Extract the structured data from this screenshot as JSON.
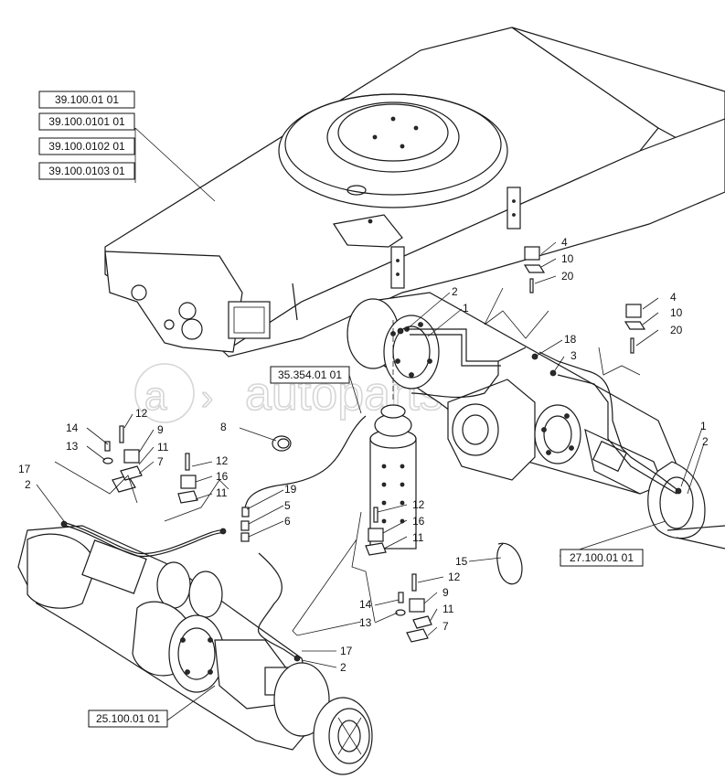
{
  "watermark": "autoparts.ru",
  "reference_boxes": {
    "frame": [
      "39.100.01 01",
      "39.100.0101 01",
      "39.100.0102 01",
      "39.100.0103 01"
    ],
    "swivel": "35.354.01 01",
    "rear_axle": "27.100.01 01",
    "front_axle": "25.100.01 01"
  },
  "callouts": {
    "c4a": "4",
    "c10a": "10",
    "c20a": "20",
    "c4b": "4",
    "c10b": "10",
    "c20b": "20",
    "c2a": "2",
    "c1a": "1",
    "c18": "18",
    "c3": "3",
    "c1b": "1",
    "c2b": "2",
    "c12a": "12",
    "c9a": "9",
    "c14a": "14",
    "c13a": "13",
    "c11a": "11",
    "c7a": "7",
    "c8": "8",
    "c12b": "12",
    "c16a": "16",
    "c11b": "11",
    "c17a": "17",
    "c2c": "2",
    "c19": "19",
    "c5": "5",
    "c6": "6",
    "c12c": "12",
    "c16b": "16",
    "c11c": "11",
    "c15": "15",
    "c12d": "12",
    "c9b": "9",
    "c14b": "14",
    "c11d": "11",
    "c13b": "13",
    "c7b": "7",
    "c17b": "17",
    "c2d": "2"
  }
}
